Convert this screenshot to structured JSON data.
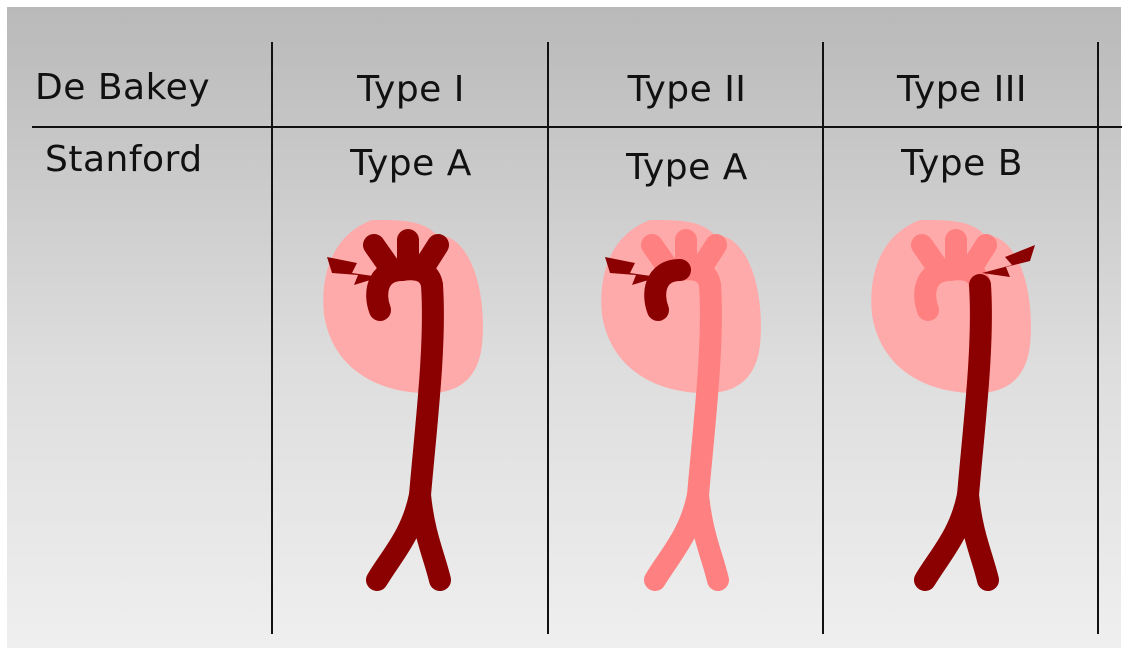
{
  "rows": {
    "debakey_label": "De Bakey",
    "stanford_label": "Stanford"
  },
  "columns": [
    {
      "debakey": "Type I",
      "stanford": "Type A",
      "affected": [
        "ascending",
        "arch",
        "descending"
      ]
    },
    {
      "debakey": "Type II",
      "stanford": "Type A",
      "affected": [
        "ascending"
      ]
    },
    {
      "debakey": "Type III",
      "stanford": "Type B",
      "affected": [
        "descending"
      ]
    }
  ],
  "colors": {
    "dissected": "#8b0000",
    "healthy_aorta": "#ff8080",
    "heart": "#ffaaaa",
    "tear_mark": "#8b0000",
    "lines": "#111111"
  }
}
